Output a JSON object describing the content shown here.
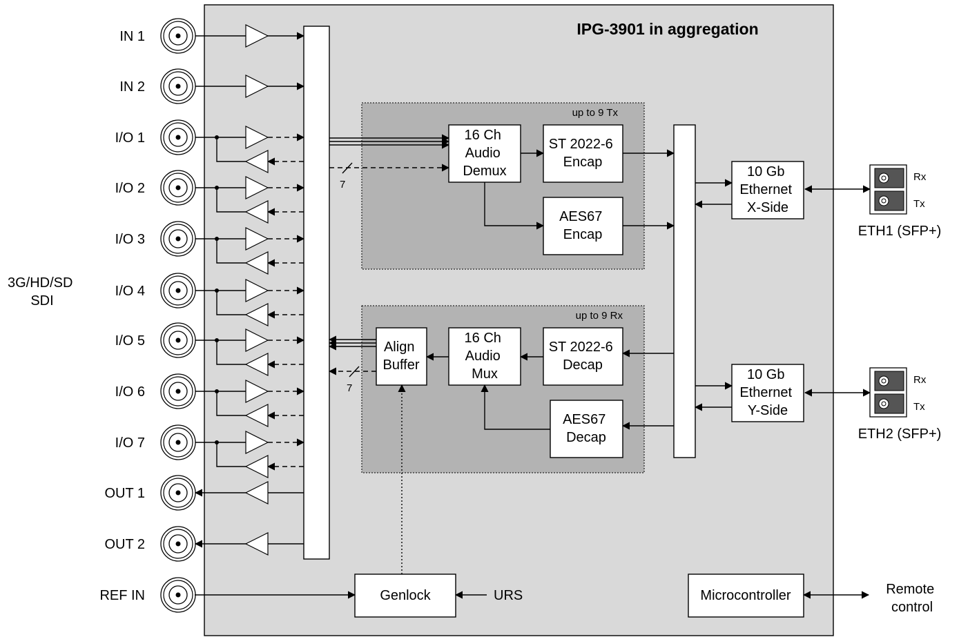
{
  "title": "IPG-3901 in aggregation",
  "sdi_label": [
    "3G/HD/SD",
    "SDI"
  ],
  "ports": [
    "IN 1",
    "IN 2",
    "I/O 1",
    "I/O 2",
    "I/O 3",
    "I/O 4",
    "I/O 5",
    "I/O 6",
    "I/O 7",
    "OUT 1",
    "OUT 2",
    "REF IN"
  ],
  "tx_group_label": "up to 9 Tx",
  "rx_group_label": "up to 9 Rx",
  "blocks": {
    "audio_demux": [
      "16 Ch",
      "Audio",
      "Demux"
    ],
    "st2022_encap": [
      "ST 2022-6",
      "Encap"
    ],
    "aes67_encap": [
      "AES67",
      "Encap"
    ],
    "align_buffer": [
      "Align",
      "Buffer"
    ],
    "audio_mux": [
      "16 Ch",
      "Audio",
      "Mux"
    ],
    "st2022_decap": [
      "ST 2022-6",
      "Decap"
    ],
    "aes67_decap": [
      "AES67",
      "Decap"
    ],
    "eth_x": [
      "10 Gb",
      "Ethernet",
      "X-Side"
    ],
    "eth_y": [
      "10 Gb",
      "Ethernet",
      "Y-Side"
    ],
    "genlock": "Genlock",
    "microcontroller": "Microcontroller"
  },
  "bus_width": "7",
  "urs": "URS",
  "remote_control": [
    "Remote",
    "control"
  ],
  "sfp": [
    {
      "label": "ETH1 (SFP+)",
      "rx": "Rx",
      "tx": "Tx"
    },
    {
      "label": "ETH2 (SFP+)",
      "rx": "Rx",
      "tx": "Tx"
    }
  ]
}
